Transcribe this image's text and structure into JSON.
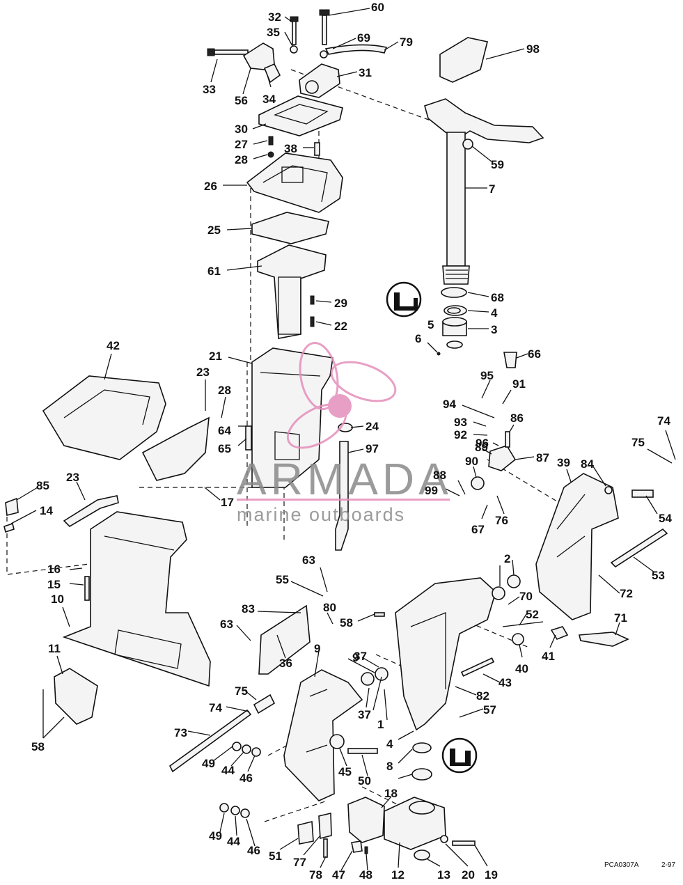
{
  "diagram": {
    "code": "PCA0307A",
    "date": "2-97"
  },
  "watermark": {
    "brand": "ARMADA",
    "tagline": "marine outboards",
    "accent_color": "#e48fbb"
  },
  "callouts": [
    "32",
    "35",
    "60",
    "69",
    "79",
    "33",
    "56",
    "34",
    "31",
    "98",
    "30",
    "27",
    "38",
    "28",
    "26",
    "59",
    "7",
    "25",
    "61",
    "68",
    "4",
    "5",
    "3",
    "6",
    "29",
    "22",
    "21",
    "42",
    "23",
    "28",
    "64",
    "65",
    "24",
    "97",
    "66",
    "95",
    "91",
    "94",
    "93",
    "92",
    "96",
    "86",
    "87",
    "89",
    "90",
    "88",
    "99",
    "67",
    "76",
    "74",
    "75",
    "54",
    "39",
    "84",
    "85",
    "14",
    "23",
    "17",
    "16",
    "15",
    "10",
    "11",
    "58",
    "63",
    "55",
    "83",
    "80",
    "58",
    "63",
    "36",
    "9",
    "37",
    "2",
    "70",
    "52",
    "53",
    "72",
    "71",
    "41",
    "40",
    "43",
    "82",
    "57",
    "1",
    "4",
    "8",
    "75",
    "74",
    "73",
    "49",
    "44",
    "46",
    "45",
    "50",
    "37",
    "18",
    "49",
    "44",
    "46",
    "51",
    "77",
    "78",
    "47",
    "48",
    "12",
    "13",
    "20",
    "19",
    "9"
  ],
  "icons": {
    "lubricant_top": "grease-can-icon",
    "lubricant_bottom": "grease-can-icon"
  }
}
